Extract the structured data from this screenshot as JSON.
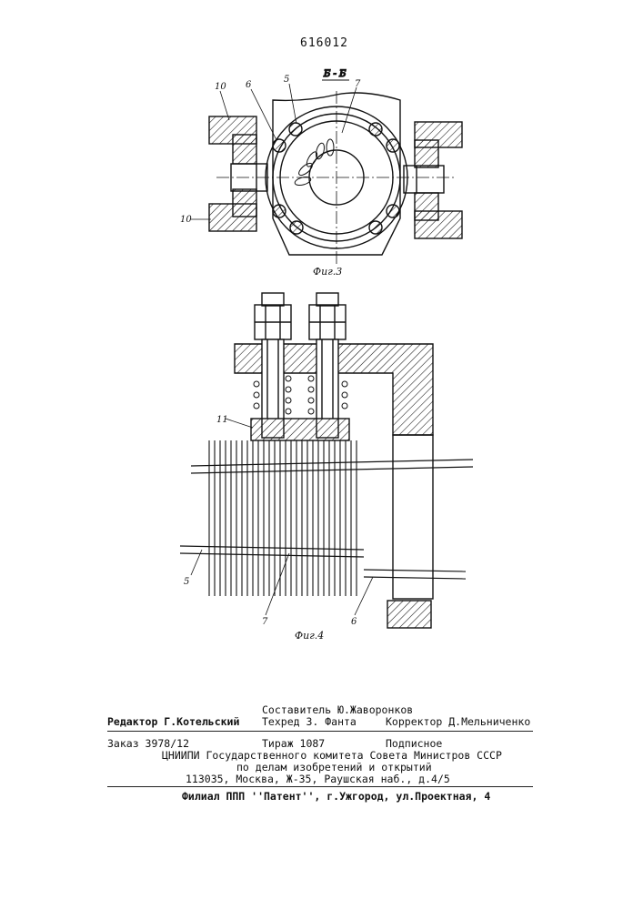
{
  "page_number": "616012",
  "figure3": {
    "section_label": "Б - Б",
    "caption": "Фиг.3",
    "labels": {
      "part10_top": "10",
      "part6": "6",
      "part5": "5",
      "part7": "7",
      "part10_bottom": "10"
    }
  },
  "figure4": {
    "caption": "Фиг.4",
    "labels": {
      "part11": "11",
      "part5": "5",
      "part7": "7",
      "part6": "6"
    }
  },
  "imprint": {
    "compiler": "Составитель Ю.Жаворонков",
    "editor": "Редактор Г.Котельский",
    "techred": "Техред З. Фанта",
    "corrector": "Корректор Д.Мельниченко",
    "order": "Заказ 3978/12",
    "circulation": "Тираж 1087",
    "subscription": "Подписное",
    "org_line1": "ЦНИИПИ Государственного комитета Совета Министров СССР",
    "org_line2": "по делам изобретений и открытий",
    "address": "113035, Москва, Ж-35, Раушская наб., д.4/5",
    "branch": "Филиал ППП ''Патент'', г.Ужгород, ул.Проектная, 4"
  }
}
